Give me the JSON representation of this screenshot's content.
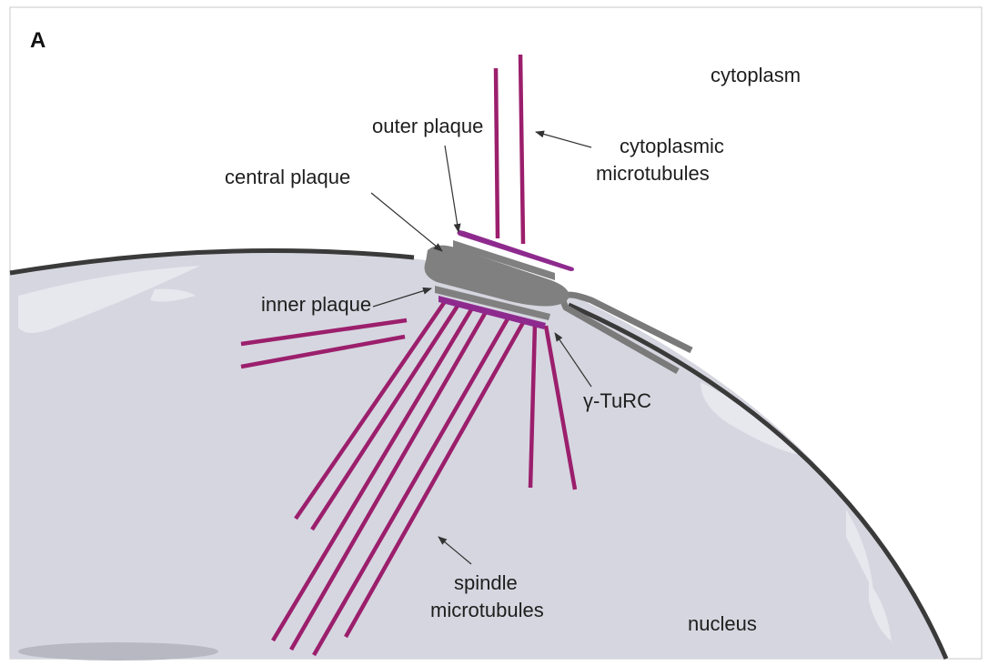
{
  "figure": {
    "panel_letter": "A",
    "labels": {
      "cytoplasm": "cytoplasm",
      "outer_plaque": "outer plaque",
      "central_plaque": "central plaque",
      "cytoplasmic_microtubules_line1": "cytoplasmic",
      "cytoplasmic_microtubules_line2": "microtubules",
      "inner_plaque": "inner plaque",
      "gamma_turc": "γ-TuRC",
      "spindle_microtubules_line1": "spindle",
      "spindle_microtubules_line2": "microtubules",
      "nucleus": "nucleus"
    },
    "colors": {
      "nucleus_fill": "#d6d6e0",
      "nuclear_envelope": "#3a3a3a",
      "plaque_gray": "#808080",
      "gamma_turc_purple": "#8e2a8e",
      "microtubule_magenta": "#9b1f6c"
    }
  }
}
